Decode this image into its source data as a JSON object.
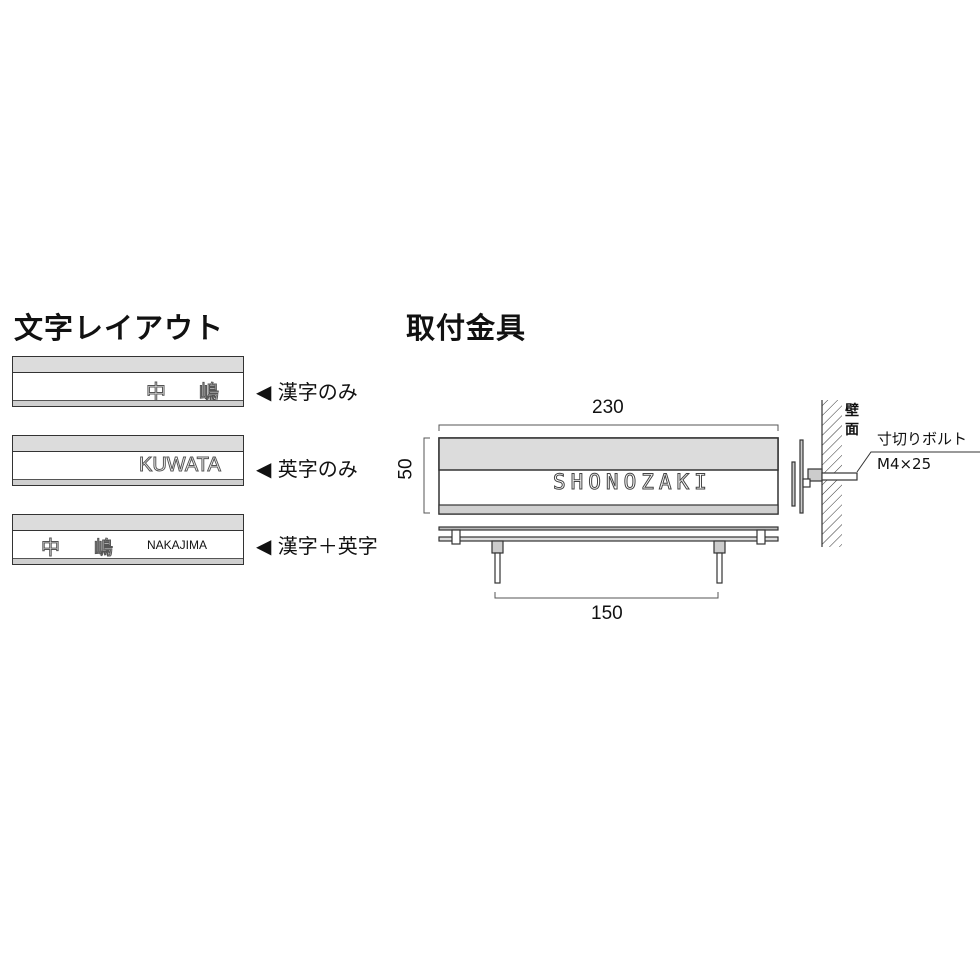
{
  "layout_section": {
    "title": "文字レイアウト",
    "examples": [
      {
        "text_kanji_1": "中",
        "text_kanji_2": "嶋",
        "label": "◀ 漢字のみ"
      },
      {
        "text_roman": "KUWATA",
        "label": "◀ 英字のみ"
      },
      {
        "text_kanji_1": "中",
        "text_kanji_2": "嶋",
        "text_roman": "NAKAJIMA",
        "label": "◀ 漢字＋英字"
      }
    ]
  },
  "mounting_section": {
    "title": "取付金具",
    "sample_name": "SHONOZAKI",
    "width_dim": "230",
    "height_dim": "50",
    "bolt_spacing_dim": "150",
    "wall_label_1": "壁",
    "wall_label_2": "面",
    "bolt_label": "寸切りボルト",
    "bolt_spec": "M4×25"
  }
}
